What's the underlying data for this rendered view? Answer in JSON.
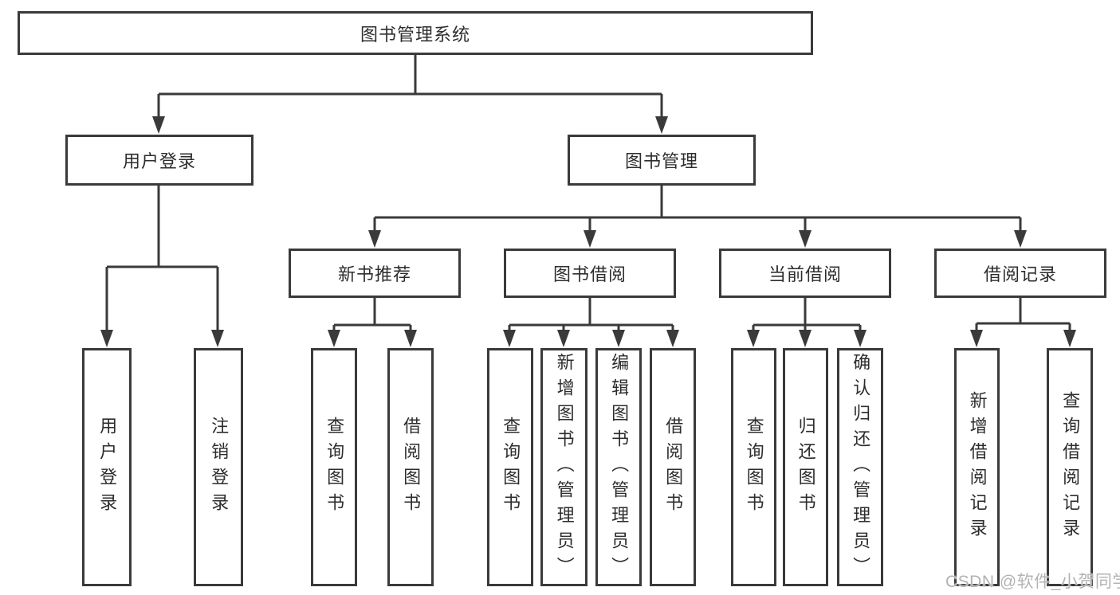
{
  "colors": {
    "line": "#3a3a3a",
    "text": "#2d2d2d",
    "background": "#ffffff",
    "watermark_text": "#b3b3b3"
  },
  "diagram": {
    "root": {
      "label": "图书管理系统"
    },
    "level2": {
      "login": {
        "label": "用户登录"
      },
      "management": {
        "label": "图书管理"
      }
    },
    "level3": {
      "new_book": {
        "label": "新书推荐"
      },
      "borrowing": {
        "label": "图书借阅"
      },
      "current": {
        "label": "当前借阅"
      },
      "records": {
        "label": "借阅记录"
      }
    },
    "leaves": {
      "user_login": {
        "label": "用户登录"
      },
      "logout": {
        "label": "注销登录"
      },
      "nb_query": {
        "label": "查询图书"
      },
      "nb_borrow": {
        "label": "借阅图书"
      },
      "bb_query": {
        "label": "查询图书"
      },
      "bb_add": {
        "label": "新增图书（管理员）"
      },
      "bb_edit": {
        "label": "编辑图书（管理员）"
      },
      "bb_borrow": {
        "label": "借阅图书"
      },
      "cb_query": {
        "label": "查询图书"
      },
      "cb_return": {
        "label": "归还图书"
      },
      "cb_confirm": {
        "label": "确认归还（管理员）"
      },
      "br_add": {
        "label": "新增借阅记录"
      },
      "br_query": {
        "label": "查询借阅记录"
      }
    }
  },
  "watermark": {
    "text": "CSDN @软件_小贺同学"
  }
}
